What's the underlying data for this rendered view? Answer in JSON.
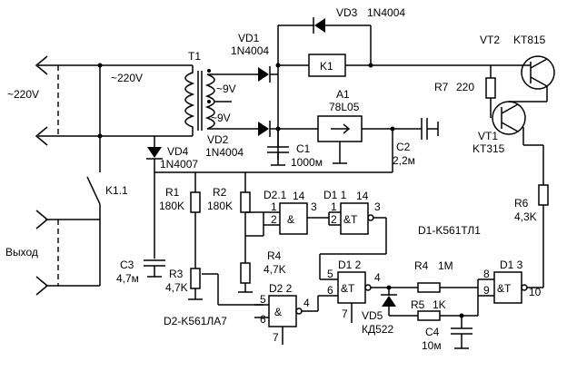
{
  "mains": {
    "left_label": "~220V",
    "inner_label": "~220V"
  },
  "transformer": {
    "ref": "T1",
    "sec_top": "~9V",
    "sec_bot": "~9V"
  },
  "diodes": {
    "vd1": {
      "ref": "VD1",
      "part": "1N4004"
    },
    "vd2": {
      "ref": "VD2",
      "part": "1N4004"
    },
    "vd3": {
      "ref": "VD3",
      "part": "1N4004"
    },
    "vd4": {
      "ref": "VD4",
      "part": "1N4007"
    },
    "vd5": {
      "ref": "VD5",
      "part": "КД522"
    }
  },
  "relay": {
    "coil": "K1",
    "contact": "K1.1"
  },
  "regulator": {
    "ref": "A1",
    "part": "78L05"
  },
  "capacitors": {
    "c1": {
      "ref": "C1",
      "value": "1000м"
    },
    "c2": {
      "ref": "C2",
      "value": "2,2м"
    },
    "c3": {
      "ref": "C3",
      "value": "4,7м"
    },
    "c4": {
      "ref": "C4",
      "value": "10м"
    }
  },
  "resistors": {
    "r1": {
      "ref": "R1",
      "value": "180K"
    },
    "r2": {
      "ref": "R2",
      "value": "180K"
    },
    "r3": {
      "ref": "R3",
      "value": "4,7K"
    },
    "r4": {
      "ref": "R4",
      "value": "4,7K"
    },
    "r5": {
      "ref": "R5",
      "value": "1K"
    },
    "r6": {
      "ref": "R6",
      "value": "4,3K"
    },
    "r7": {
      "ref": "R7",
      "value": "220"
    },
    "r4b": {
      "ref": "R4",
      "value": "1M"
    }
  },
  "transistors": {
    "vt1": {
      "ref": "VT1",
      "part": "KT315"
    },
    "vt2": {
      "ref": "VT2",
      "part": "KT815"
    }
  },
  "gates": {
    "d21": {
      "ref": "D2.1",
      "sym": "&"
    },
    "d11": {
      "ref": "D1 1",
      "sym": "&T"
    },
    "d12": {
      "ref": "D1 2",
      "sym": "&T"
    },
    "d13": {
      "ref": "D1 3",
      "sym": "&T"
    },
    "d22": {
      "ref": "D2 2",
      "sym": "&"
    }
  },
  "pins": {
    "p1": "1",
    "p2": "2",
    "p3": "3",
    "p14": "14",
    "p1b": "1",
    "p2b": "2",
    "p3b": "3",
    "p14b": "14",
    "p5": "5",
    "p6": "6",
    "p4": "4",
    "p7": "7",
    "p5b": "5",
    "p6b": "6",
    "p4b": "4",
    "p7b": "7",
    "p8": "8",
    "p9": "9",
    "p10": "10"
  },
  "ics": {
    "d1": "D1-K561ТЛ1",
    "d2": "D2-K561ЛА7"
  },
  "output": {
    "label": "Выход"
  }
}
